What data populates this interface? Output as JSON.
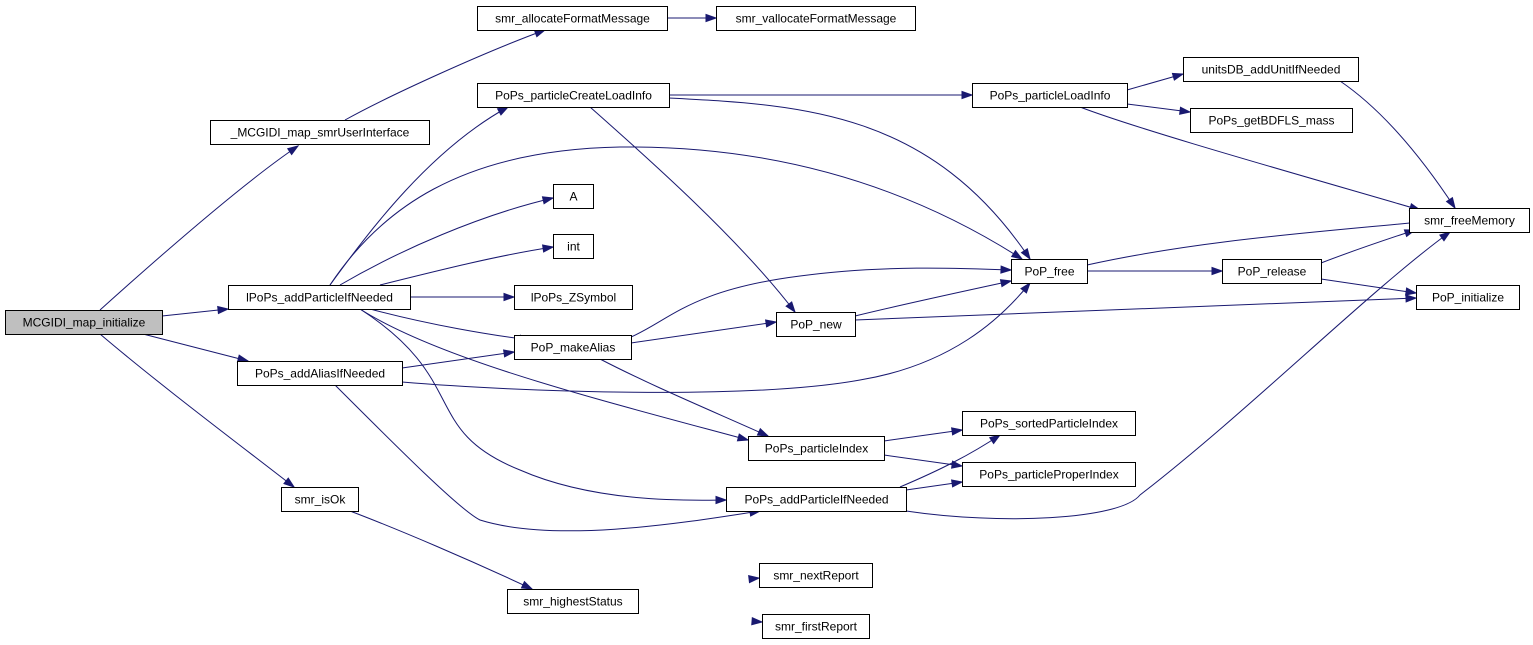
{
  "colors": {
    "node_fill": "#ffffff",
    "root_fill": "#bfbfbf",
    "node_stroke": "#000000",
    "edge": "#191970"
  },
  "nodes": [
    {
      "id": "n0",
      "label": "MCGIDI_map_initialize",
      "root": true
    },
    {
      "id": "n1",
      "label": "_MCGIDI_map_smrUserInterface"
    },
    {
      "id": "n2",
      "label": "smr_allocateFormatMessage"
    },
    {
      "id": "n3",
      "label": "smr_vallocateFormatMessage"
    },
    {
      "id": "n4",
      "label": "lPoPs_addParticleIfNeeded"
    },
    {
      "id": "n5",
      "label": "PoPs_particleCreateLoadInfo"
    },
    {
      "id": "n6",
      "label": "PoPs_particleLoadInfo"
    },
    {
      "id": "n7",
      "label": "unitsDB_addUnitIfNeeded"
    },
    {
      "id": "n8",
      "label": "PoPs_getBDFLS_mass"
    },
    {
      "id": "n9",
      "label": "smr_freeMemory"
    },
    {
      "id": "n10",
      "label": "A"
    },
    {
      "id": "n11",
      "label": "int"
    },
    {
      "id": "n12",
      "label": "lPoPs_ZSymbol"
    },
    {
      "id": "n13",
      "label": "PoP_free"
    },
    {
      "id": "n14",
      "label": "PoP_release"
    },
    {
      "id": "n15",
      "label": "PoP_initialize"
    },
    {
      "id": "n16",
      "label": "PoP_new"
    },
    {
      "id": "n17",
      "label": "PoP_makeAlias"
    },
    {
      "id": "n18",
      "label": "PoPs_addAliasIfNeeded"
    },
    {
      "id": "n19",
      "label": "PoPs_particleIndex"
    },
    {
      "id": "n20",
      "label": "PoPs_sortedParticleIndex"
    },
    {
      "id": "n21",
      "label": "PoPs_particleProperIndex"
    },
    {
      "id": "n22",
      "label": "PoPs_addParticleIfNeeded"
    },
    {
      "id": "n23",
      "label": "smr_isOk"
    },
    {
      "id": "n24",
      "label": "smr_highestStatus"
    },
    {
      "id": "n25",
      "label": "smr_nextReport"
    },
    {
      "id": "n26",
      "label": "smr_firstReport"
    }
  ],
  "edges": [
    [
      "n0",
      "n1"
    ],
    [
      "n0",
      "n4"
    ],
    [
      "n0",
      "n18"
    ],
    [
      "n0",
      "n23"
    ],
    [
      "n1",
      "n2"
    ],
    [
      "n2",
      "n3"
    ],
    [
      "n4",
      "n5"
    ],
    [
      "n4",
      "n13"
    ],
    [
      "n4",
      "n10"
    ],
    [
      "n4",
      "n11"
    ],
    [
      "n4",
      "n12"
    ],
    [
      "n4",
      "n17"
    ],
    [
      "n4",
      "n19"
    ],
    [
      "n4",
      "n22"
    ],
    [
      "n5",
      "n6"
    ],
    [
      "n5",
      "n13"
    ],
    [
      "n5",
      "n16"
    ],
    [
      "n6",
      "n7"
    ],
    [
      "n6",
      "n8"
    ],
    [
      "n6",
      "n9"
    ],
    [
      "n7",
      "n9"
    ],
    [
      "n13",
      "n9"
    ],
    [
      "n13",
      "n14"
    ],
    [
      "n14",
      "n9"
    ],
    [
      "n14",
      "n15"
    ],
    [
      "n16",
      "n13"
    ],
    [
      "n16",
      "n15"
    ],
    [
      "n17",
      "n13"
    ],
    [
      "n17",
      "n16"
    ],
    [
      "n17",
      "n19"
    ],
    [
      "n18",
      "n17"
    ],
    [
      "n18",
      "n13"
    ],
    [
      "n18",
      "n22"
    ],
    [
      "n19",
      "n20"
    ],
    [
      "n19",
      "n21"
    ],
    [
      "n22",
      "n20"
    ],
    [
      "n22",
      "n21"
    ],
    [
      "n22",
      "n9"
    ],
    [
      "n23",
      "n24"
    ],
    [
      "n24",
      "n25"
    ],
    [
      "n24",
      "n26"
    ]
  ]
}
